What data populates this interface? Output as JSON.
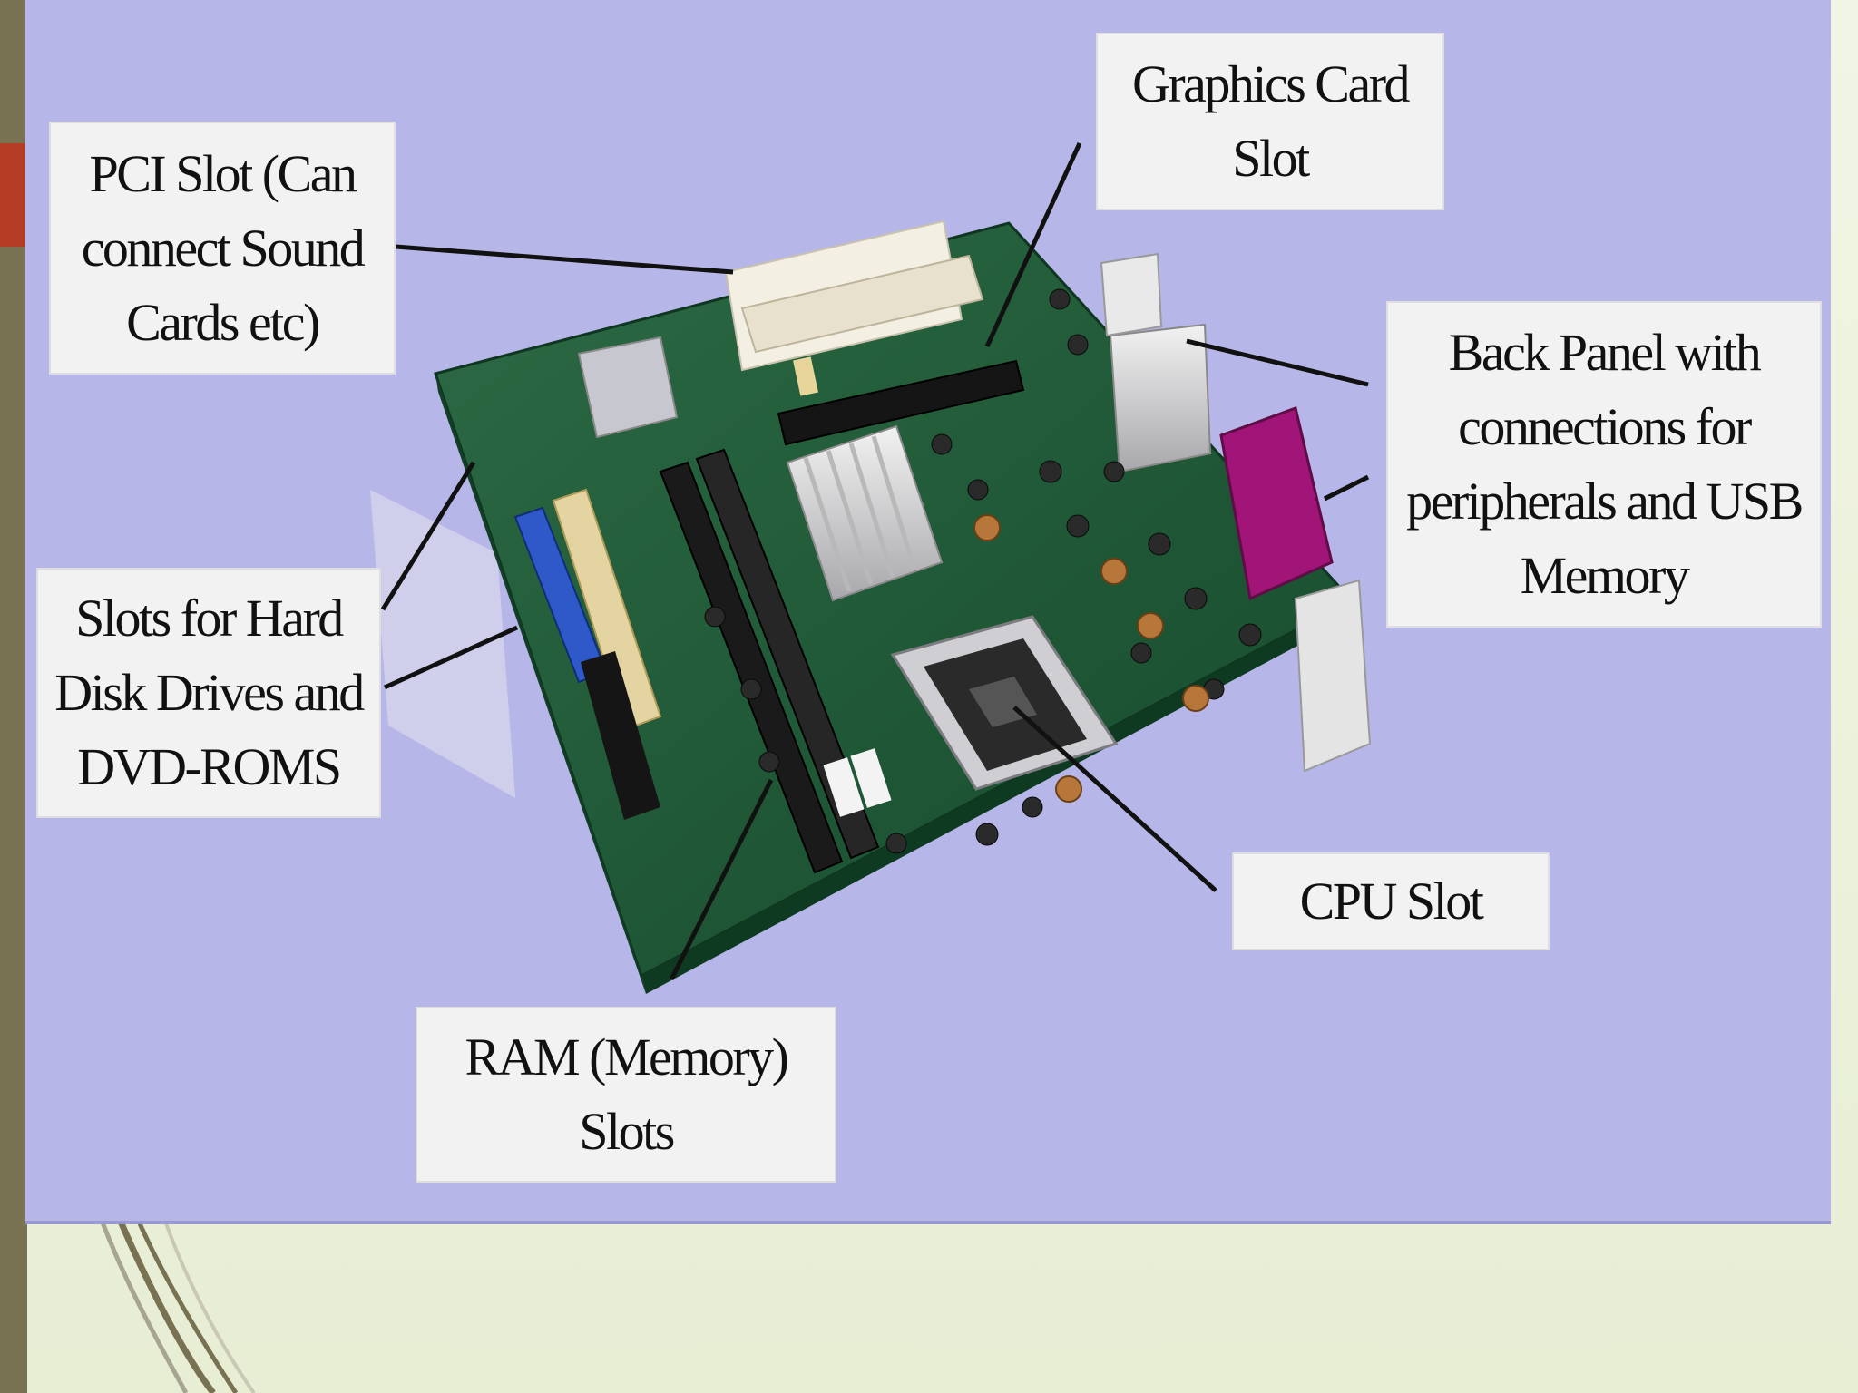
{
  "diagram": {
    "labels": {
      "pci_slot": "PCI Slot (Can\nconnect Sound\nCards etc)",
      "graphics_card_slot": "Graphics Card\nSlot",
      "back_panel": "Back Panel with\nconnections for\nperipherals and USB\nMemory",
      "drive_slots": "Slots for Hard\nDisk Drives and\nDVD-ROMS",
      "cpu_slot": "CPU Slot",
      "ram_slots": "RAM (Memory)\nSlots"
    }
  },
  "colors": {
    "panel_background": "#b6b6e8",
    "label_background": "#f2f2f2",
    "leader_line": "#111111",
    "sidebar": "#787152",
    "sidebar_accent": "#b53c25",
    "board_pcb": "#1f5a36"
  }
}
